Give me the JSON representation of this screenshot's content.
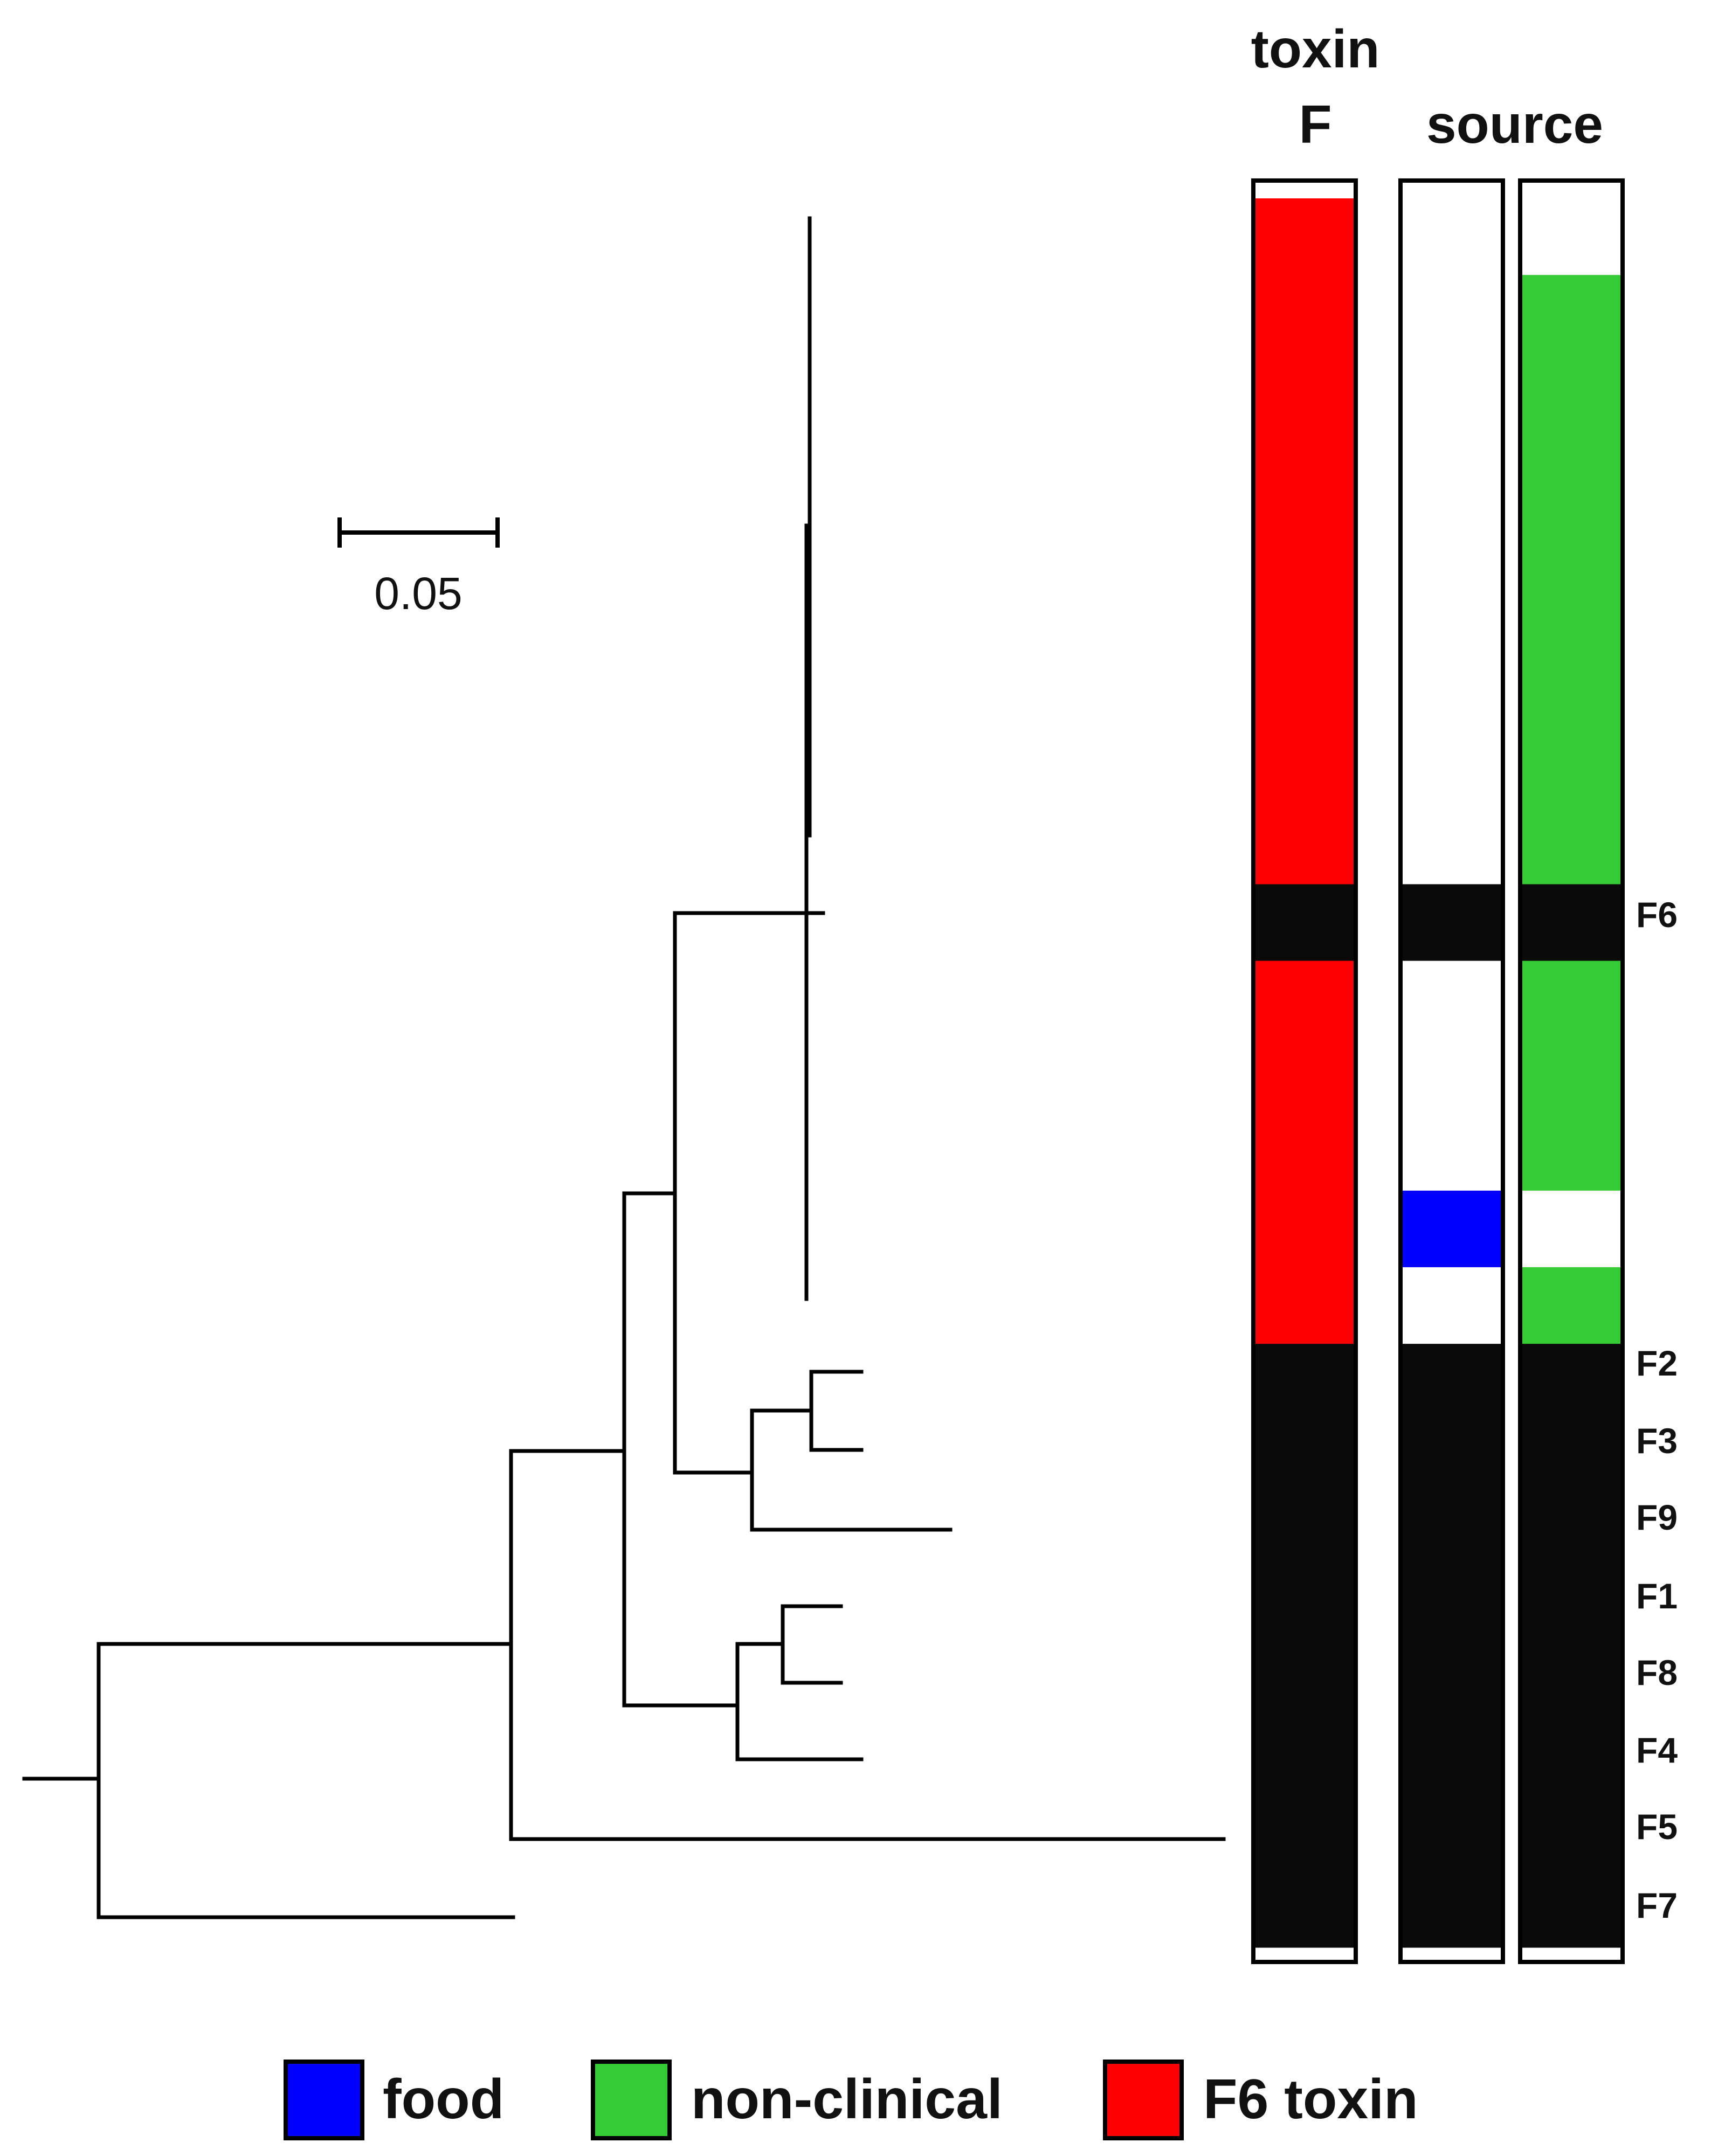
{
  "headers": {
    "toxin_line1": "toxin",
    "toxin_line2": "F",
    "source": "source"
  },
  "scale_bar": {
    "label": "0.05",
    "value": 0.05
  },
  "tip_labels": [
    "F6",
    "F2",
    "F3",
    "F9",
    "F1",
    "F8",
    "F4",
    "F5",
    "F7"
  ],
  "legend": [
    {
      "label": "food",
      "color": "#0000ff"
    },
    {
      "label": "non-clinical",
      "color": "#33cc33"
    },
    {
      "label": "F6 toxin",
      "color": "#ff0000"
    }
  ],
  "colors": {
    "black": "#0a0a0a",
    "food": "#0000ff",
    "non_clinical": "#33cc33",
    "f6_toxin": "#ff0000",
    "empty": "#ffffff",
    "outline": "#000000"
  },
  "columns": [
    {
      "name": "toxin-f-column",
      "segments": [
        {
          "start": 0.0,
          "end": 0.01,
          "color": "empty"
        },
        {
          "start": 0.01,
          "end": 0.395,
          "color": "f6_toxin"
        },
        {
          "start": 0.395,
          "end": 0.438,
          "color": "black"
        },
        {
          "start": 0.438,
          "end": 0.653,
          "color": "f6_toxin"
        },
        {
          "start": 0.653,
          "end": 0.992,
          "color": "black"
        },
        {
          "start": 0.992,
          "end": 1.0,
          "color": "empty"
        }
      ]
    },
    {
      "name": "source-food-column",
      "segments": [
        {
          "start": 0.0,
          "end": 0.395,
          "color": "empty"
        },
        {
          "start": 0.395,
          "end": 0.438,
          "color": "black"
        },
        {
          "start": 0.438,
          "end": 0.567,
          "color": "empty"
        },
        {
          "start": 0.567,
          "end": 0.61,
          "color": "food"
        },
        {
          "start": 0.61,
          "end": 0.653,
          "color": "empty"
        },
        {
          "start": 0.653,
          "end": 0.992,
          "color": "black"
        },
        {
          "start": 0.992,
          "end": 1.0,
          "color": "empty"
        }
      ]
    },
    {
      "name": "source-nonclinical-column",
      "segments": [
        {
          "start": 0.0,
          "end": 0.053,
          "color": "empty"
        },
        {
          "start": 0.053,
          "end": 0.395,
          "color": "non_clinical"
        },
        {
          "start": 0.395,
          "end": 0.438,
          "color": "black"
        },
        {
          "start": 0.438,
          "end": 0.567,
          "color": "non_clinical"
        },
        {
          "start": 0.567,
          "end": 0.61,
          "color": "empty"
        },
        {
          "start": 0.61,
          "end": 0.653,
          "color": "non_clinical"
        },
        {
          "start": 0.653,
          "end": 0.992,
          "color": "black"
        },
        {
          "start": 0.992,
          "end": 1.0,
          "color": "empty"
        }
      ]
    }
  ]
}
